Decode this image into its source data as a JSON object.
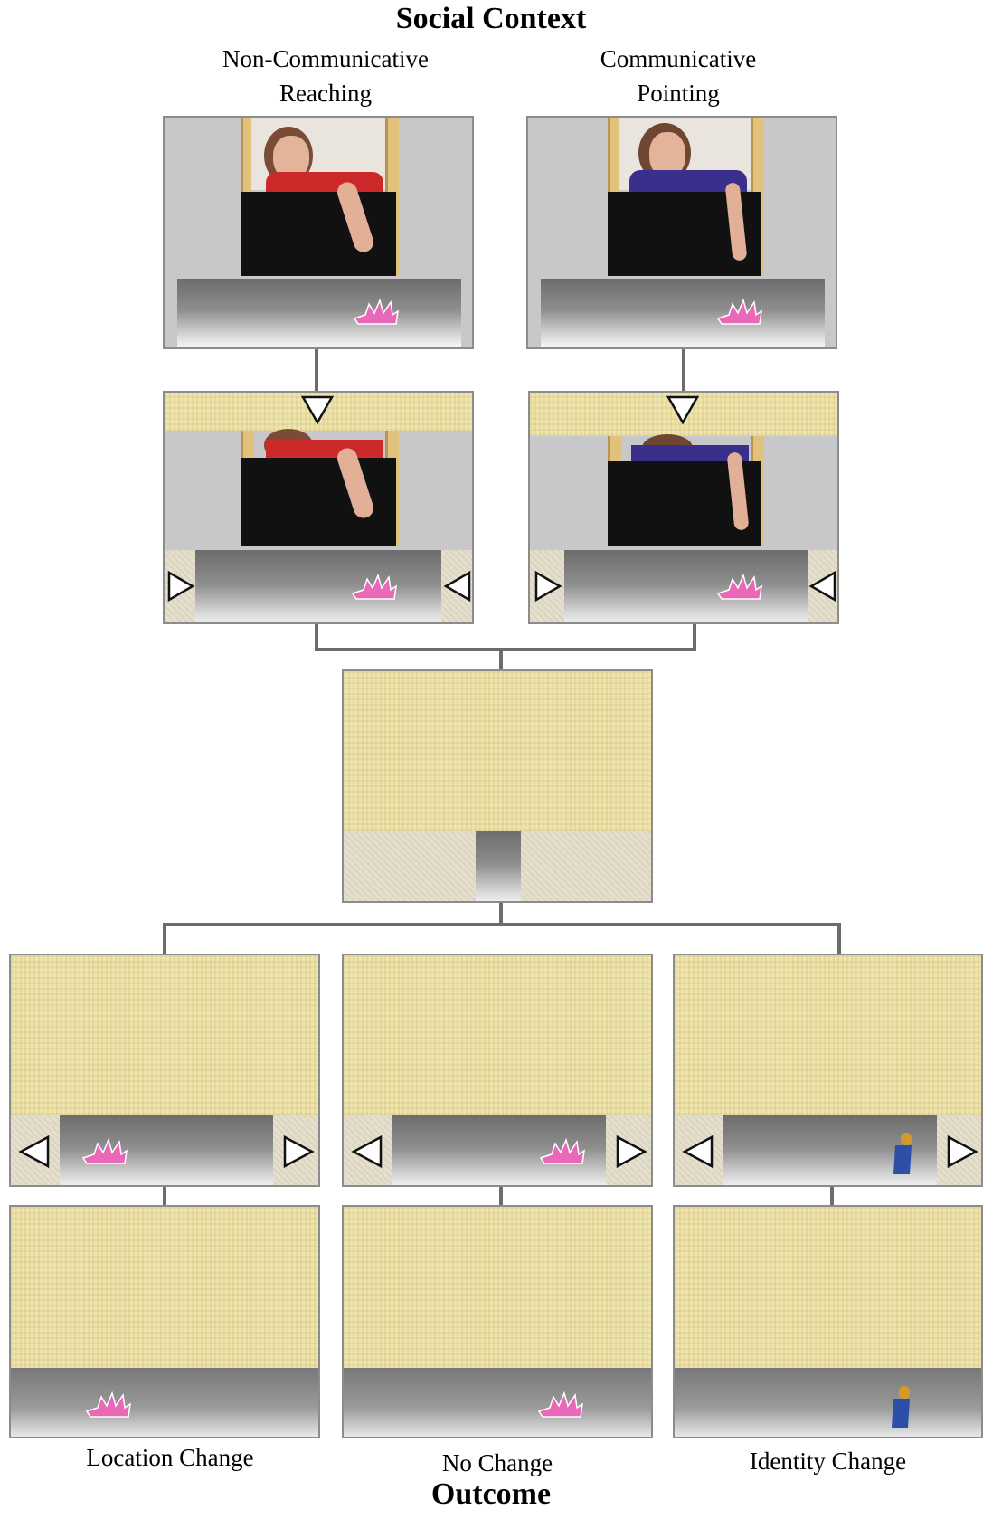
{
  "header": {
    "title": "Social Context",
    "conditions": [
      {
        "line1": "Non-Communicative",
        "line2": "Reaching"
      },
      {
        "line1": "Communicative",
        "line2": "Pointing"
      }
    ]
  },
  "footer": {
    "outcomes": [
      "Location Change",
      "No Change",
      "Identity Change"
    ],
    "title": "Outcome"
  },
  "colors": {
    "burlap": "#ece0a4",
    "linen": "#e3ddca",
    "connector": "#6c6c6c",
    "shirt_reaching": "#cc2a2a",
    "shirt_pointing": "#3b2f8c",
    "shell_object": "#e968b8",
    "identity_object": "#2e4fa8"
  }
}
